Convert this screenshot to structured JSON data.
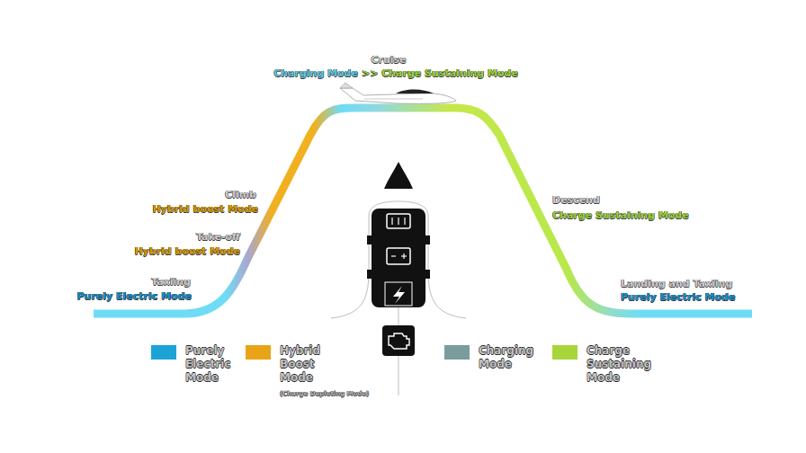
{
  "diagram": {
    "labels": [
      "Cruise",
      "Charging Mode",
      ">> Charge Sustaining Mode",
      "Climb",
      "Hybrid boost Mode",
      "Take-off",
      "Hybrid boost Mode",
      "Taxiing",
      "Purely Electric Mode",
      "Descend",
      "Charge Sustaining Mode",
      "Landing and Taxiing",
      "Purely Electric Mode",
      "(Charge Depleting Mode)"
    ],
    "legend": [
      {
        "text": "Purely Electric Mode",
        "color": "#1ba3d6"
      },
      {
        "text": "Hybrid Boost Mode",
        "color": "#e8a317"
      },
      {
        "text": "Charging Mode",
        "color": "#7a9c9c"
      },
      {
        "text": "Charge Sustaining Mode",
        "color": "#a8d63a"
      }
    ]
  }
}
